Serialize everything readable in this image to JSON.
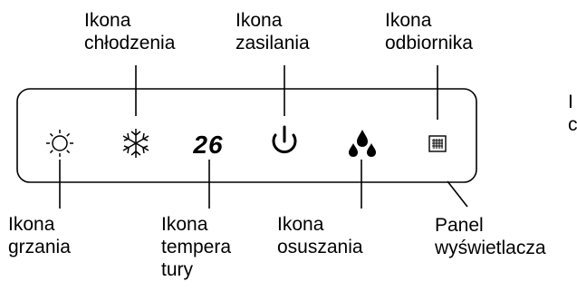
{
  "display_panel": {
    "temperature_readout": "26",
    "icons": [
      "sun-icon",
      "snowflake-icon",
      "power-icon",
      "water-drops-icon",
      "receiver-grid-icon"
    ]
  },
  "labels": {
    "cooling": [
      "Ikona",
      "chłodzenia"
    ],
    "power": [
      "Ikona",
      "zasilania"
    ],
    "receiver": [
      "Ikona",
      "odbiornika"
    ],
    "heating": [
      "Ikona",
      "grzania"
    ],
    "temperature": [
      "Ikona",
      "tempera",
      "tury"
    ],
    "drying": [
      "Ikona",
      "osuszania"
    ],
    "panel": [
      "Panel",
      "wyświetlacza"
    ]
  },
  "edge_fragment": [
    "I",
    "c"
  ],
  "colors": {
    "stroke": "#000000",
    "background": "#ffffff"
  }
}
